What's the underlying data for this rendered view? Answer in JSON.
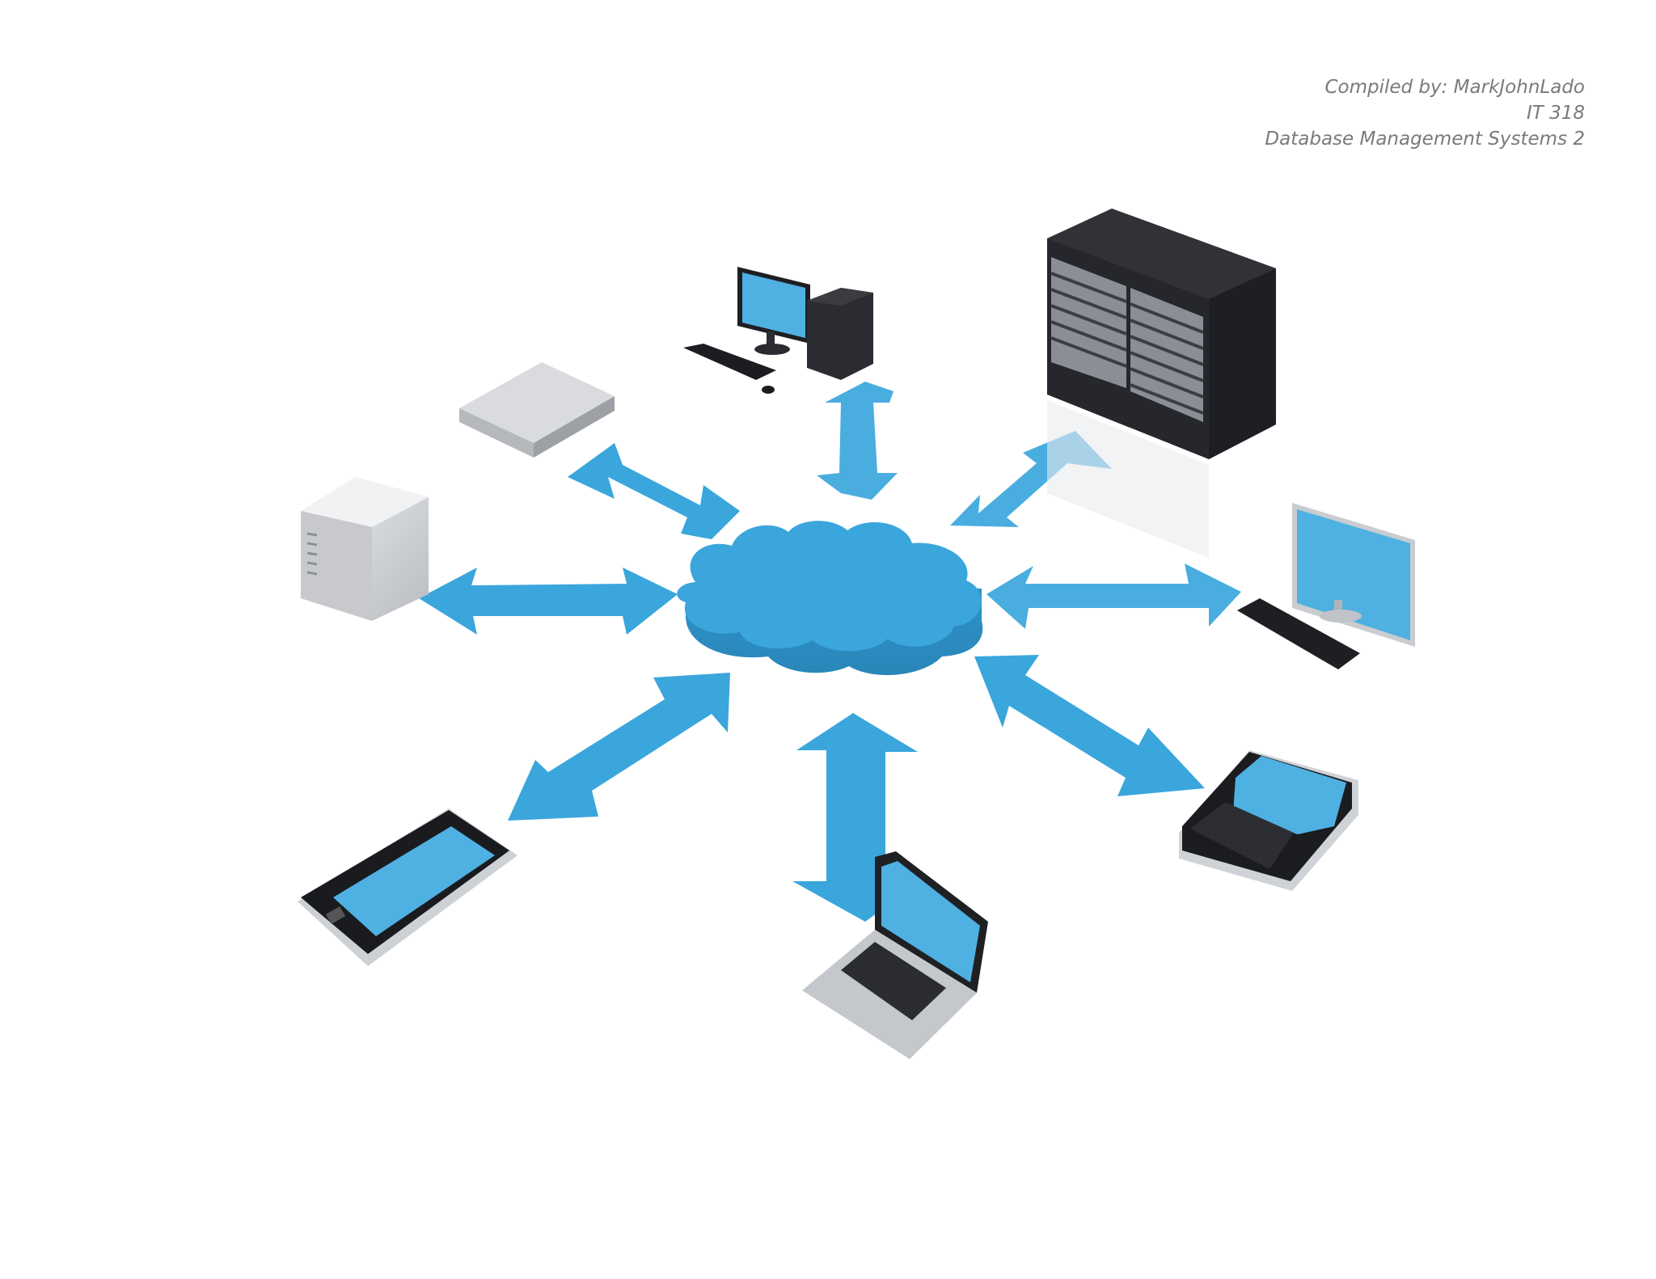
{
  "header": {
    "compiled_by": "Compiled by: MarkJohnLado",
    "course_code": "IT 318",
    "course_title": "Database Management Systems 2"
  },
  "illustration": {
    "hub_icon": "cloud-icon",
    "device_icons": [
      "desktop-computer-icon",
      "server-rack-icon",
      "router-icon",
      "tower-server-icon",
      "monitor-keyboard-icon",
      "smartphone-icon",
      "laptop-icon",
      "qwerty-phone-icon"
    ],
    "colors": {
      "cloud": "#3aa6dc",
      "arrow": "#3aa6dc",
      "screen": "#4fb0e2",
      "device_dark": "#2a2c31",
      "device_light": "#d6d8db"
    }
  }
}
